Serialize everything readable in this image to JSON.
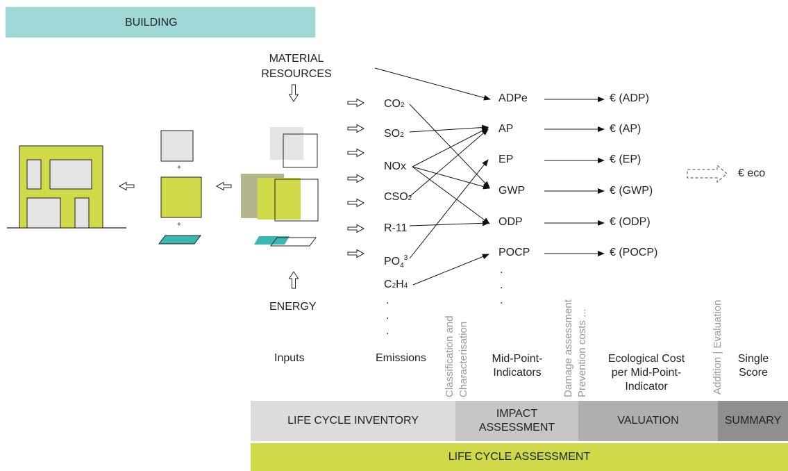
{
  "header": {
    "title": "BUILDING"
  },
  "inputs": {
    "material_line1": "MATERIAL",
    "material_line2": "RESOURCES",
    "energy": "ENERGY"
  },
  "emissions": {
    "co2": "CO",
    "co2_sub": "2",
    "so2": "SO",
    "so2_sub": "2",
    "nox": "NOx",
    "cso2": "CSO",
    "cso2_sub": "2",
    "r11": "R-11",
    "po43": "PO",
    "po43_sub": "4",
    "po43_sup": "3",
    "c2h4_a": "C",
    "c2h4_sub1": "2",
    "c2h4_b": "H",
    "c2h4_sub2": "4",
    "dots": ".\n.\n."
  },
  "midpoints": {
    "items": [
      "ADPe",
      "AP",
      "EP",
      "GWP",
      "ODP",
      "POCP"
    ],
    "dots": ".\n.\n."
  },
  "costs": {
    "items": [
      "€ (ADP)",
      "€ (AP)",
      "€ (EP)",
      "€ (GWP)",
      "€ (ODP)",
      "€ (POCP)"
    ]
  },
  "single": {
    "label": "€ eco"
  },
  "plus": "+",
  "columns": {
    "inputs": "Inputs",
    "emissions": "Emissions",
    "midpoint_1": "Mid-Point-",
    "midpoint_2": "Indicators",
    "eco_1": "Ecological Cost",
    "eco_2": "per Mid-Point-",
    "eco_3": "Indicator",
    "single_1": "Single",
    "single_2": "Score"
  },
  "vertical": {
    "class_1": "Classification and",
    "class_2": "Characterisation",
    "damage_1": "Damage assessment",
    "damage_2": "Prevention costs ...",
    "addition": "Addition | Evaluation"
  },
  "bands": {
    "inventory": "LIFE CYCLE INVENTORY",
    "impact_1": "IMPACT",
    "impact_2": "ASSESSMENT",
    "valuation": "VALUATION",
    "summary": "SUMMARY",
    "lca": "LIFE CYCLE ASSESSMENT"
  },
  "colors": {
    "teal": "#9fd9d7",
    "green": "#cfd94a",
    "grey_light": "#e4e4e4",
    "band_light": "#dcdcdc",
    "band_mid": "#c6c6c6",
    "band_dark": "#afafaf",
    "band_darker": "#8f8f8f",
    "olive": "#b4b48f",
    "cyan": "#3cb6b0"
  }
}
